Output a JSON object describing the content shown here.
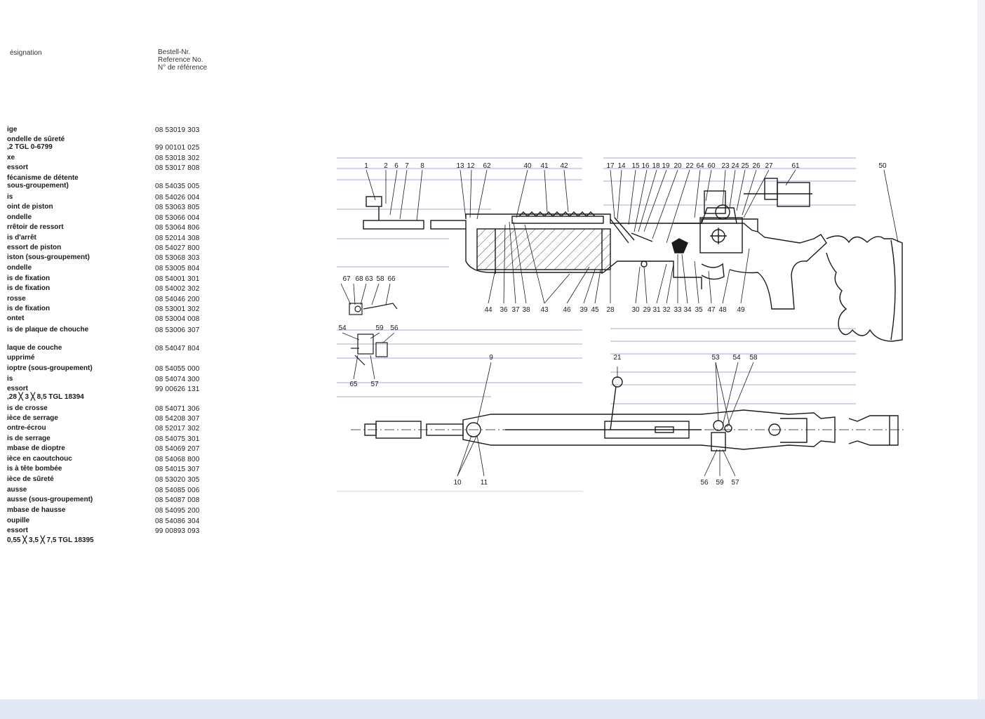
{
  "header": {
    "designation": "ésignation",
    "ref_line1": "Bestell-Nr.",
    "ref_line2": "Reference No.",
    "ref_line3": "N° de référence"
  },
  "parts": [
    {
      "name": "ige",
      "ref": "08 53019 303"
    },
    {
      "name": "ondelle de sûreté",
      "ref": ""
    },
    {
      "name": ",2  TGL 0-6799",
      "ref": "99 00101 025"
    },
    {
      "name": "xe",
      "ref": "08 53018 302"
    },
    {
      "name": "essort",
      "ref": "08 53017 808"
    },
    {
      "name": "fécanisme de détente",
      "ref": ""
    },
    {
      "name": "sous-groupement)",
      "ref": "08 54035 005"
    },
    {
      "name": "is",
      "ref": "08 54026 004"
    },
    {
      "name": "oint de piston",
      "ref": "08 53063 805"
    },
    {
      "name": "ondelle",
      "ref": "08 53066 004"
    },
    {
      "name": "rrêtoir de ressort",
      "ref": "08 53064 806"
    },
    {
      "name": "is d'arrêt",
      "ref": "08 52014 308"
    },
    {
      "name": "essort de piston",
      "ref": "08 54027 800"
    },
    {
      "name": "iston (sous-groupement)",
      "ref": "08 53068 303"
    },
    {
      "name": "ondelle",
      "ref": "08 53005 804"
    },
    {
      "name": "is de fixation",
      "ref": "08 54001 301"
    },
    {
      "name": "is de fixation",
      "ref": "08 54002 302"
    },
    {
      "name": "rosse",
      "ref": "08 54046 200"
    },
    {
      "name": "is de fixation",
      "ref": "08 53001 302"
    },
    {
      "name": "ontet",
      "ref": "08 53004 008"
    },
    {
      "name": "is de plaque de chouche",
      "ref": "08 53006 307"
    },
    {
      "name": "laque de couche",
      "ref": "08 54047 804"
    },
    {
      "name": "upprimé",
      "ref": ""
    },
    {
      "name": "ioptre (sous-groupement)",
      "ref": "08 54055 000"
    },
    {
      "name": "is",
      "ref": "08 54074 300"
    },
    {
      "name": "essort",
      "ref": "99 00626 131"
    },
    {
      "name": ",28 ╳ 3 ╳ 8,5   TGL 18394",
      "ref": ""
    },
    {
      "name": "is de crosse",
      "ref": "08 54071 306"
    },
    {
      "name": "ièce de serrage",
      "ref": "08 54208 307"
    },
    {
      "name": "ontre-écrou",
      "ref": "08 52017 302"
    },
    {
      "name": "is de serrage",
      "ref": "08 54075 301"
    },
    {
      "name": "mbase de dioptre",
      "ref": "08 54069 207"
    },
    {
      "name": "ièce en caoutchouc",
      "ref": "08 54068 800"
    },
    {
      "name": "is à tête bombée",
      "ref": "08 54015 307"
    },
    {
      "name": "ièce de sûreté",
      "ref": "08 53020 305"
    },
    {
      "name": "ausse",
      "ref": "08 54085 006"
    },
    {
      "name": "ausse (sous-groupement)",
      "ref": "08 54087 008"
    },
    {
      "name": "mbase de hausse",
      "ref": "08 54095 200"
    },
    {
      "name": "oupille",
      "ref": "08 54086 304"
    },
    {
      "name": "essort",
      "ref": "99 00893 093"
    },
    {
      "name": "0,55 ╳ 3,5 ╳ 7,5    TGL 18395",
      "ref": ""
    }
  ],
  "callouts": {
    "top_row": [
      "1",
      "2",
      "6",
      "7",
      "8",
      "13",
      "12",
      "62",
      "40",
      "41",
      "42",
      "17",
      "14",
      "15",
      "16",
      "18",
      "19",
      "20",
      "22",
      "64",
      "60",
      "23",
      "24",
      "25",
      "26",
      "27",
      "61",
      "50"
    ],
    "bottom_row": [
      "44",
      "36",
      "37",
      "38",
      "43",
      "46",
      "39",
      "45",
      "28",
      "30",
      "29",
      "31",
      "32",
      "33",
      "34",
      "35",
      "47",
      "48",
      "49"
    ],
    "small_parts_a": [
      "67",
      "68",
      "63",
      "58",
      "66"
    ],
    "small_parts_b": [
      "54",
      "59",
      "56",
      "65",
      "57"
    ],
    "plan_view": [
      "9",
      "21",
      "53",
      "54",
      "58",
      "10",
      "11",
      "56",
      "59",
      "57"
    ]
  }
}
